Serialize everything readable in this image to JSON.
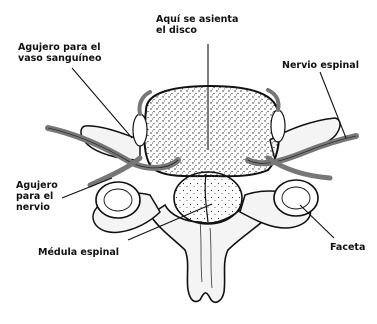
{
  "labels": {
    "disc": "Aquí se asienta\nel disco",
    "blood_vessel_hole": "Agujero para el\nvaso sanguíneo",
    "spinal_nerve": "Nervio espinal",
    "nerve_hole": "Agujero\npara el\nnervio",
    "spinal_cord": "Médula espinal",
    "facet": "Faceta"
  }
}
